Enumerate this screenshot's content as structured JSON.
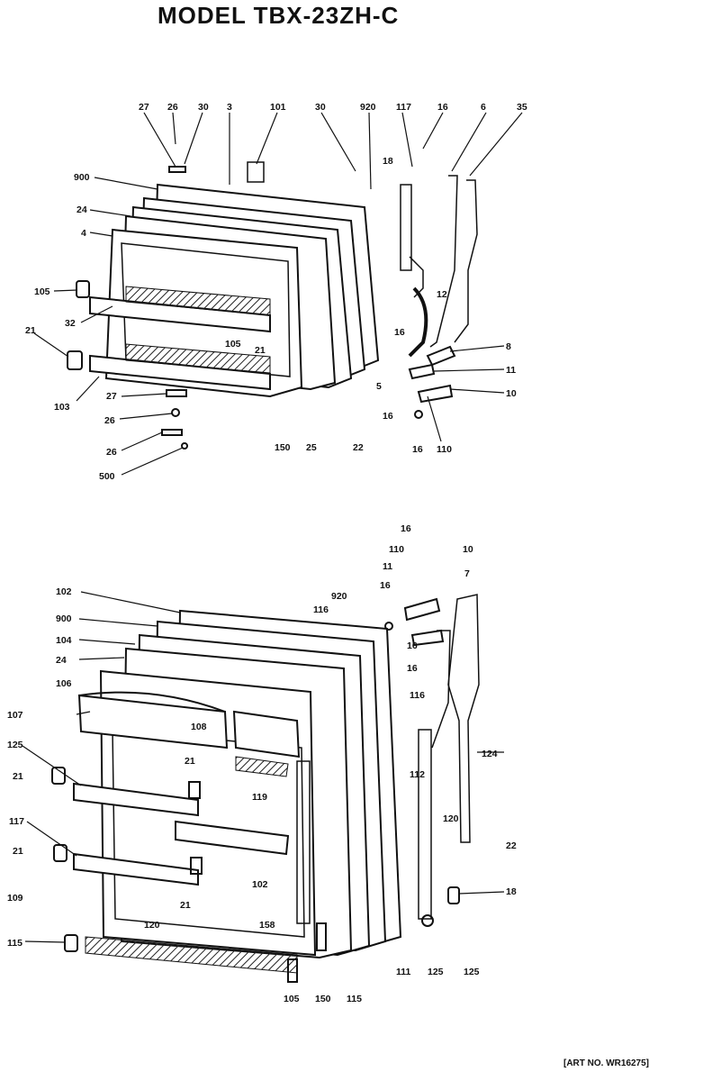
{
  "header": {
    "title": "MODEL TBX-23ZH-C",
    "art_no": "[ART NO. WR16275]"
  },
  "callouts": {
    "freezer": [
      "27",
      "26",
      "30",
      "3",
      "101",
      "30",
      "920",
      "117",
      "16",
      "6",
      "35",
      "900",
      "24",
      "4",
      "18",
      "105",
      "12",
      "32",
      "16",
      "21",
      "105",
      "21",
      "8",
      "5",
      "11",
      "103",
      "27",
      "10",
      "16",
      "26",
      "16",
      "110",
      "26",
      "500",
      "150",
      "25",
      "22"
    ],
    "fresh_food": [
      "16",
      "110",
      "10",
      "11",
      "7",
      "102",
      "16",
      "920",
      "900",
      "116",
      "104",
      "24",
      "16",
      "106",
      "16",
      "107",
      "108",
      "125",
      "116",
      "21",
      "112",
      "124",
      "21",
      "119",
      "120",
      "117",
      "22",
      "21",
      "120",
      "102",
      "18",
      "109",
      "21",
      "158",
      "115",
      "105",
      "150",
      "115",
      "111",
      "125",
      "125"
    ]
  }
}
